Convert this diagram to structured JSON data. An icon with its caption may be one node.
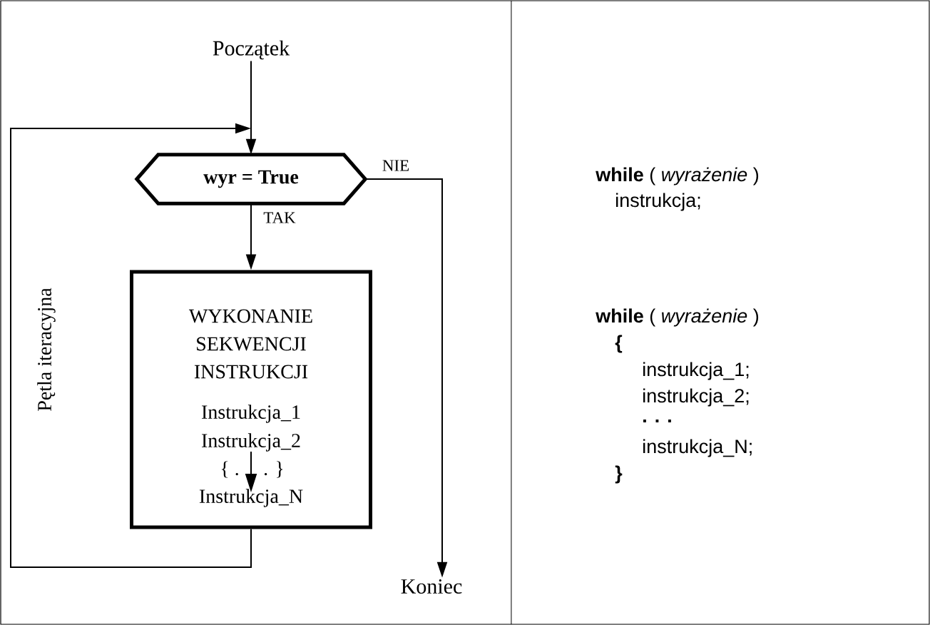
{
  "diagram": {
    "nodes": [
      {
        "text": [
          "Początek"
        ]
      },
      {
        "text": [
          "wyr = True"
        ]
      },
      {
        "text": [
          "WYKONANIE SEKWENCJI INSTRUKCJI",
          "Instrukcja_1",
          "Instrukcja_2",
          "{ .",
          ". }",
          "Instrukcja_N"
        ]
      },
      {
        "text": [
          "Koniec"
        ]
      }
    ],
    "edges": [
      {
        "from": 0,
        "to": 1,
        "arrow": "to"
      },
      {
        "from": 1,
        "to": 2,
        "arrow": "to",
        "label": "TAK"
      },
      {
        "from": 1,
        "to": 3,
        "arrow": "to",
        "label": "NIE"
      },
      {
        "from": 2,
        "to": 1,
        "arrow": "to",
        "label": "Pętla iteracyjna"
      }
    ],
    "labels": [
      "**while** ( *wyrażenie* )",
      "instrukcja;",
      "**while** ( *wyrażenie* )",
      "{",
      "instrukcja_1;",
      "instrukcja_2;",
      ". . .",
      "instrukcja_N;",
      "}"
    ]
  }
}
